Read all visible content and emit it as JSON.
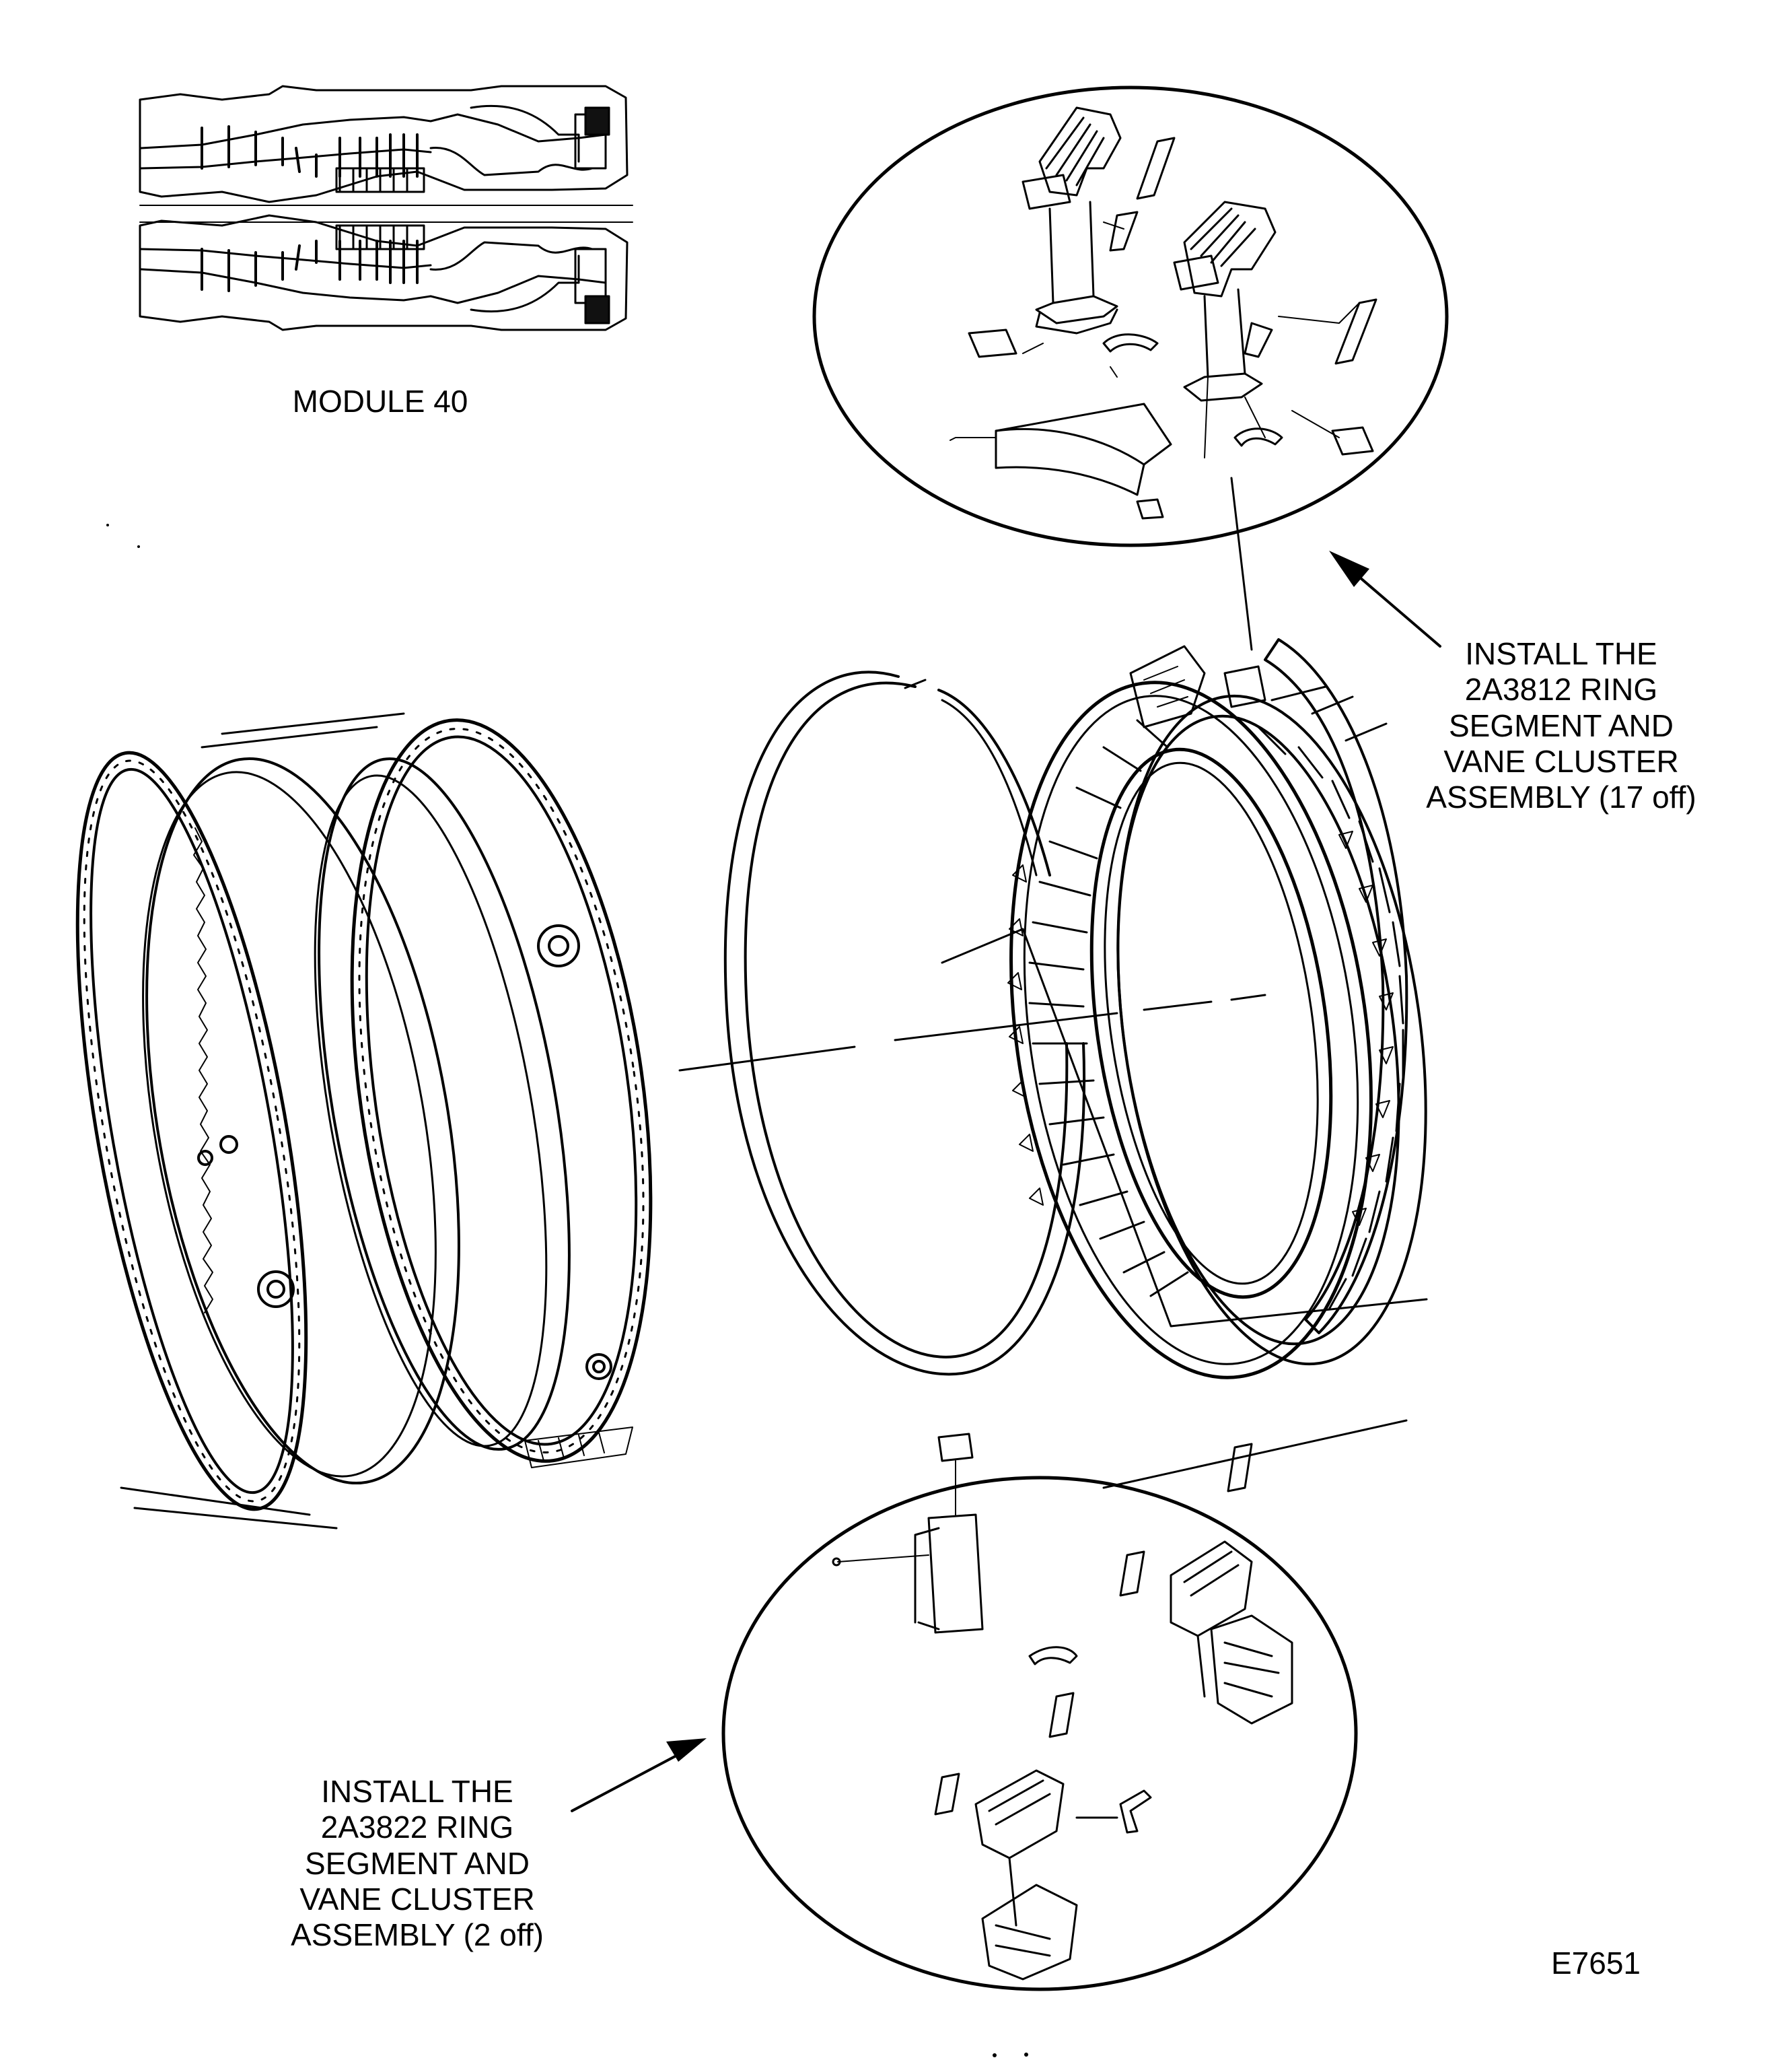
{
  "module_label": "MODULE 40",
  "callout_upper": {
    "lines": [
      "INSTALL THE",
      "2A3812 RING",
      "SEGMENT AND",
      "VANE CLUSTER",
      "ASSEMBLY (17 off)"
    ]
  },
  "callout_lower": {
    "lines": [
      "INSTALL THE",
      "2A3822 RING",
      "SEGMENT AND",
      "VANE CLUSTER",
      "ASSEMBLY (2 off)"
    ]
  },
  "figure_id": "E7651",
  "colors": {
    "ink": "#000000",
    "paper": "#ffffff",
    "module_fill": "#111111"
  }
}
